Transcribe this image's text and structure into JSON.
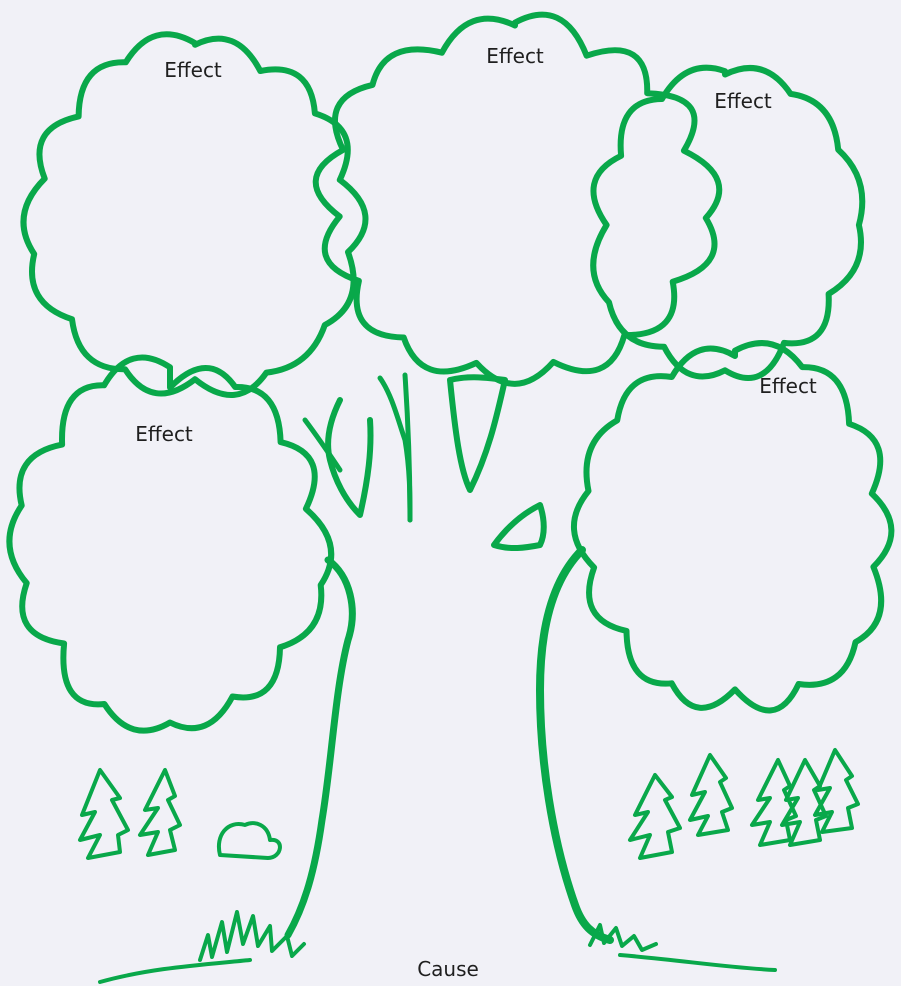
{
  "diagram": {
    "effects": [
      {
        "label": "Effect"
      },
      {
        "label": "Effect"
      },
      {
        "label": "Effect"
      },
      {
        "label": "Effect"
      },
      {
        "label": "Effect"
      }
    ],
    "cause": {
      "label": "Cause"
    }
  },
  "colors": {
    "background": "#f1f1f7",
    "outline": "#09a84a",
    "text": "#1f1f1f"
  }
}
